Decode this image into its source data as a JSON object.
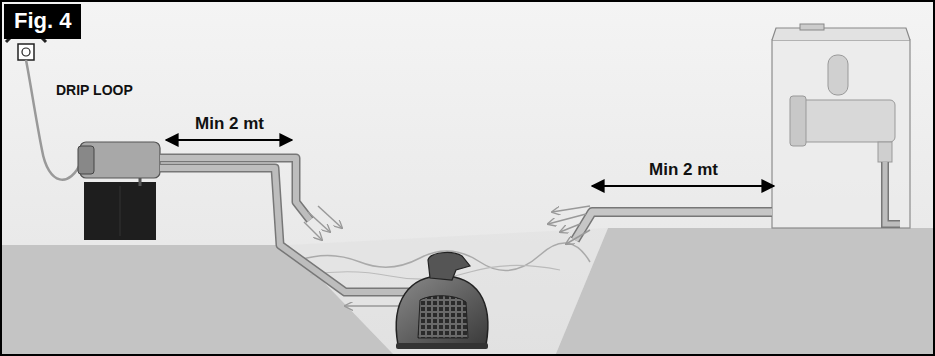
{
  "diagram": {
    "title": "Fig. 4",
    "labels": [
      "DRIP LOOP",
      "Min 2 mt",
      "Min 2 mt"
    ]
  }
}
